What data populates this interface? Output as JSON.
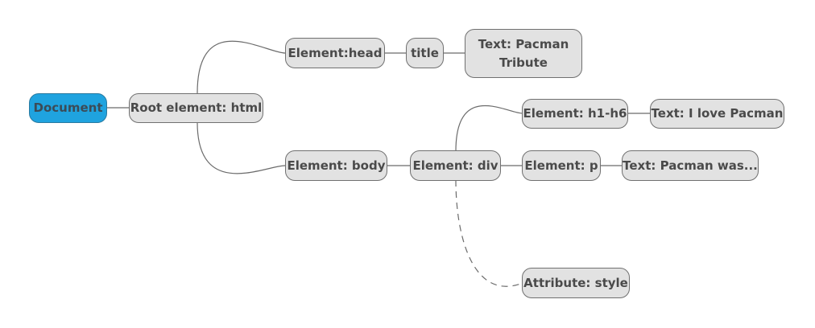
{
  "nodes": {
    "document": "Document",
    "root_html": "Root element: html",
    "head": "Element:head",
    "title": "title",
    "text_title_line1": "Text: Pacman",
    "text_title_line2": "Tribute",
    "body": "Element: body",
    "div": "Element: div",
    "h1": "Element: h1-h6",
    "text_h1": "Text: I love Pacman",
    "p": "Element: p",
    "text_p": "Text: Pacman was...",
    "attr_style": "Attribute: style"
  },
  "colors": {
    "root_fill": "#1fa3df",
    "node_fill": "#e2e2e2",
    "node_border": "#707070",
    "text": "#4a4a4a",
    "edge": "#6b6b6b"
  }
}
